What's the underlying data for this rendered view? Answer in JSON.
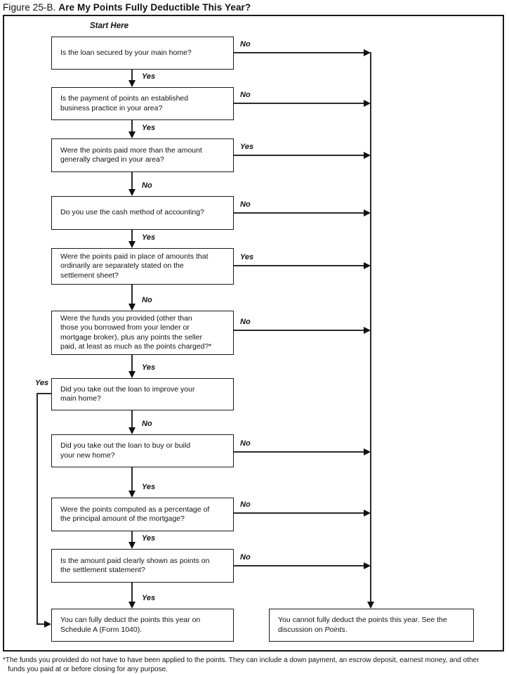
{
  "title": {
    "prefix": "Figure 25-B. ",
    "text": "Are My Points Fully Deductible This Year?"
  },
  "start_label": "Start Here",
  "colors": {
    "ink": "#111111",
    "line": "#2b2b2b",
    "background": "#ffffff"
  },
  "boxes": [
    {
      "id": "q1",
      "text": "Is the loan secured by your main home?"
    },
    {
      "id": "q2",
      "text": "Is the payment of points an established\nbusiness practice in your area?"
    },
    {
      "id": "q3",
      "text": "Were the points paid more than the amount\ngenerally charged in your area?"
    },
    {
      "id": "q4",
      "text": "Do you use the cash method of accounting?"
    },
    {
      "id": "q5",
      "text": "Were the points paid in place of amounts that\nordinarily are separately stated on the\nsettlement sheet?"
    },
    {
      "id": "q6",
      "text": "Were the funds you provided (other than\nthose you borrowed from your lender or\nmortgage broker), plus any points the seller\npaid, at least as much as the points charged?*"
    },
    {
      "id": "q7",
      "text": "Did you take out the loan to improve your\nmain home?"
    },
    {
      "id": "q8",
      "text": "Did you take out the loan to buy or build\nyour new home?"
    },
    {
      "id": "q9",
      "text": "Were the points computed as a percentage of\nthe principal amount of the mortgage?"
    },
    {
      "id": "q10",
      "text": "Is the amount paid clearly shown as points on\nthe settlement statement?"
    },
    {
      "id": "result_deduct",
      "text": "You can fully deduct the points this year on\nSchedule A (Form 1040)."
    },
    {
      "id": "result_no_deduct",
      "text_before": "You cannot fully deduct the points this year. See the\ndiscussion on ",
      "text_italic": "Points",
      "text_after": "."
    }
  ],
  "edges": {
    "down": [
      {
        "from": "q1",
        "label": "Yes"
      },
      {
        "from": "q2",
        "label": "Yes"
      },
      {
        "from": "q3",
        "label": "No"
      },
      {
        "from": "q4",
        "label": "Yes"
      },
      {
        "from": "q5",
        "label": "No"
      },
      {
        "from": "q6",
        "label": "Yes"
      },
      {
        "from": "q7",
        "label": "No"
      },
      {
        "from": "q8",
        "label": "Yes"
      },
      {
        "from": "q9",
        "label": "Yes"
      },
      {
        "from": "q10",
        "label": "Yes"
      }
    ],
    "right": [
      {
        "from": "q1",
        "label": "No"
      },
      {
        "from": "q2",
        "label": "No"
      },
      {
        "from": "q3",
        "label": "Yes"
      },
      {
        "from": "q4",
        "label": "No"
      },
      {
        "from": "q5",
        "label": "Yes"
      },
      {
        "from": "q6",
        "label": "No"
      },
      {
        "from": "q8",
        "label": "No"
      },
      {
        "from": "q9",
        "label": "No"
      },
      {
        "from": "q10",
        "label": "No"
      }
    ],
    "left": {
      "from": "q7",
      "label": "Yes"
    }
  },
  "footnote": {
    "line1": "*The funds you provided do not have to have been applied to the points. They can include a down payment, an escrow deposit, earnest money, and other",
    "line2": "funds you paid at or before closing for any purpose."
  }
}
